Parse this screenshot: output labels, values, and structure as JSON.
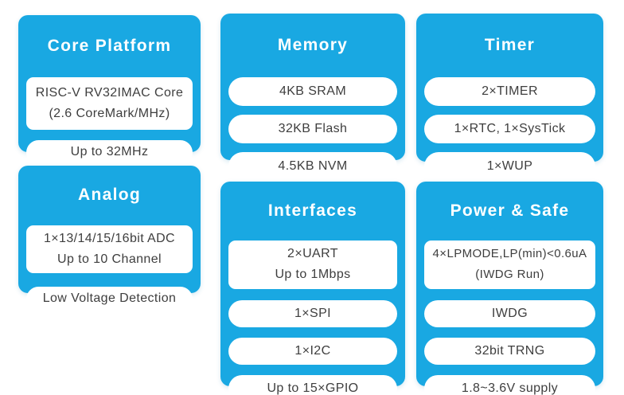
{
  "page": {
    "background": "#ffffff",
    "block_color": "#19a8e2",
    "title_color": "#ffffff",
    "item_text_color": "#3e3e3e"
  },
  "blocks": [
    {
      "id": "core-platform",
      "title": "Core Platform",
      "items": [
        {
          "shape": "rect",
          "lines": [
            "RISC-V RV32IMAC Core",
            "(2.6 CoreMark/MHz)"
          ]
        },
        {
          "shape": "pill",
          "lines": [
            "Up to 32MHz"
          ]
        }
      ]
    },
    {
      "id": "memory",
      "title": "Memory",
      "items": [
        {
          "shape": "pill",
          "lines": [
            "4KB SRAM"
          ]
        },
        {
          "shape": "pill",
          "lines": [
            "32KB Flash"
          ]
        },
        {
          "shape": "pill",
          "lines": [
            "4.5KB NVM"
          ]
        }
      ]
    },
    {
      "id": "timer",
      "title": "Timer",
      "items": [
        {
          "shape": "pill",
          "lines": [
            "2×TIMER"
          ]
        },
        {
          "shape": "pill",
          "lines": [
            "1×RTC, 1×SysTick"
          ]
        },
        {
          "shape": "pill",
          "lines": [
            "1×WUP"
          ]
        }
      ]
    },
    {
      "id": "analog",
      "title": "Analog",
      "items": [
        {
          "shape": "rect",
          "lines": [
            "1×13/14/15/16bit ADC",
            "Up to 10 Channel"
          ]
        },
        {
          "shape": "pill",
          "lines": [
            "Low Voltage Detection"
          ]
        }
      ]
    },
    {
      "id": "interfaces",
      "title": "Interfaces",
      "items": [
        {
          "shape": "rect",
          "lines": [
            "2×UART",
            "Up to 1Mbps"
          ]
        },
        {
          "shape": "pill",
          "lines": [
            "1×SPI"
          ]
        },
        {
          "shape": "pill",
          "lines": [
            "1×I2C"
          ]
        },
        {
          "shape": "pill",
          "lines": [
            "Up to 15×GPIO"
          ]
        }
      ]
    },
    {
      "id": "power-safe",
      "title": "Power & Safe",
      "items": [
        {
          "shape": "rect",
          "lines": [
            "4×LPMODE,LP(min)<0.6uA",
            "(IWDG Run)"
          ]
        },
        {
          "shape": "pill",
          "lines": [
            "IWDG"
          ]
        },
        {
          "shape": "pill",
          "lines": [
            "32bit TRNG"
          ]
        },
        {
          "shape": "pill",
          "lines": [
            "1.8~3.6V supply"
          ]
        }
      ]
    }
  ]
}
